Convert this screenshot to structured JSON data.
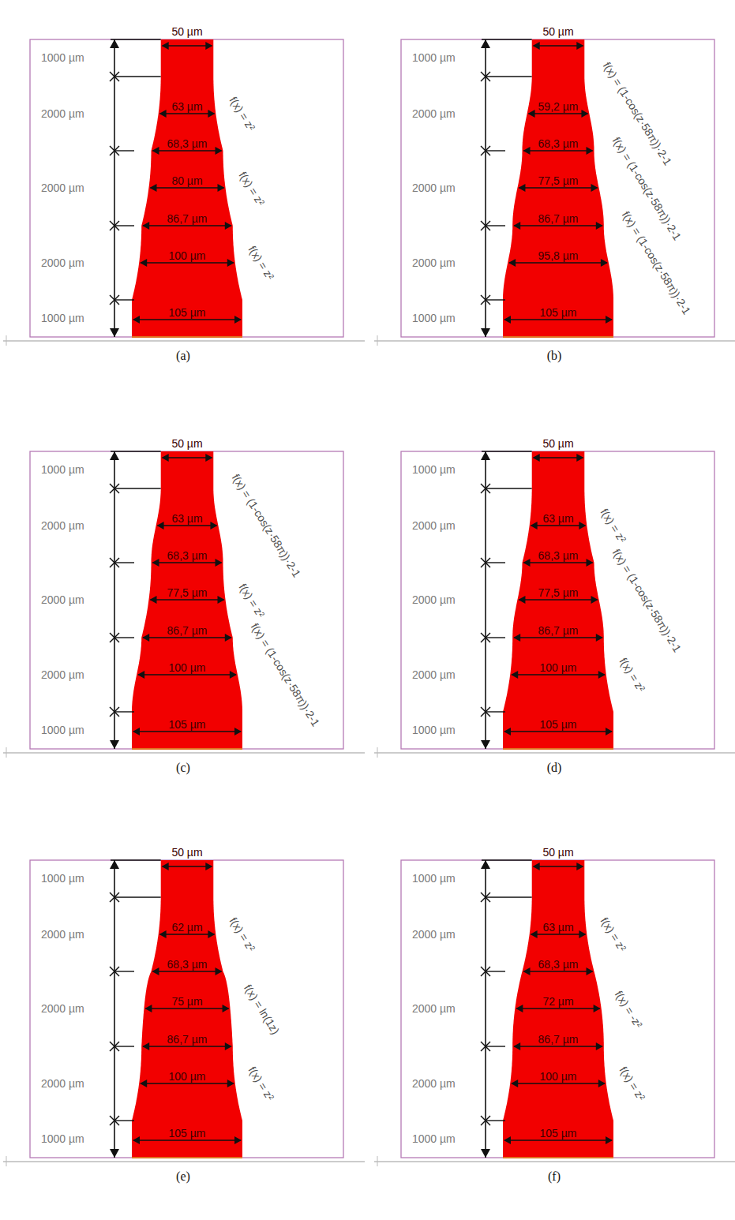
{
  "diagram": {
    "labels": [
      "50 µm",
      "63 µm",
      "68,3 µm",
      "80 µm",
      "86,7 µm",
      "100 µm",
      "105 µm",
      "1000 µm",
      "2000 µm",
      "2000 µm",
      "2000 µm",
      "1000 µm",
      "f(x) = z²",
      "f(x) = z²",
      "f(x) = z²",
      "(a)",
      "50 µm",
      "59,2 µm",
      "68,3 µm",
      "77,5 µm",
      "86,7 µm",
      "95,8 µm",
      "105 µm",
      "1000 µm",
      "2000 µm",
      "2000 µm",
      "2000 µm",
      "1000 µm",
      "f(x) = (1-cos(z·58π))·2-1",
      "f(x) = (1-cos(z·58π))·2-1",
      "f(x) = (1-cos(z·58π))·2-1",
      "(b)",
      "50 µm",
      "63 µm",
      "68,3 µm",
      "77,5 µm",
      "86,7 µm",
      "100 µm",
      "105 µm",
      "1000 µm",
      "2000 µm",
      "2000 µm",
      "2000 µm",
      "1000 µm",
      "f(x) = (1-cos(z·58π))·2-1",
      "f(x) = z²",
      "f(x) = (1-cos(z·58π))·2-1",
      "(c)",
      "50 µm",
      "63 µm",
      "68,3 µm",
      "77,5 µm",
      "86,7 µm",
      "100 µm",
      "105 µm",
      "1000 µm",
      "2000 µm",
      "2000 µm",
      "2000 µm",
      "1000 µm",
      "f(x) = z²",
      "f(x) = (1-cos(z·58π))·2-1",
      "f(x) = z²",
      "(d)",
      "50 µm",
      "62 µm",
      "68,3 µm",
      "75 µm",
      "86,7 µm",
      "100 µm",
      "105 µm",
      "1000 µm",
      "2000 µm",
      "2000 µm",
      "2000 µm",
      "1000 µm",
      "f(x) = z²",
      "f(x) = ln(1z)",
      "f(x) = z²",
      "(e)",
      "50 µm",
      "63 µm",
      "68,3 µm",
      "72 µm",
      "86,7 µm",
      "100 µm",
      "105 µm",
      "1000 µm",
      "2000 µm",
      "2000 µm",
      "2000 µm",
      "1000 µm",
      "f(x) = z²",
      "f(x) = -z²",
      "f(x) = z²",
      "(f)"
    ]
  }
}
